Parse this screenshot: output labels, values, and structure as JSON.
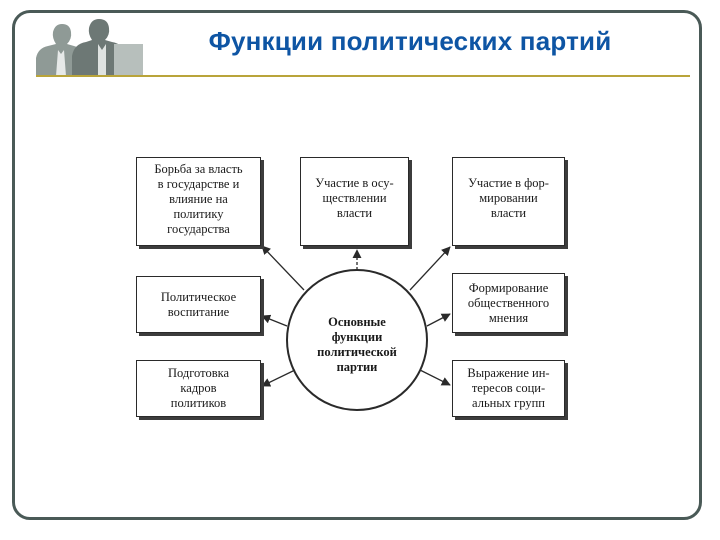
{
  "slide": {
    "title": "Функции политических партий"
  },
  "diagram": {
    "center": "Основные\nфункции\nполитической\nпартии",
    "functions": {
      "struggle": "Борьба за власть\nв государстве и\nвлияние на\nполитику\nгосударства",
      "participation_exercise": "Участие в осу-\nществлении\nвласти",
      "participation_formation": "Участие в фор-\nмировании\nвласти",
      "education": "Политическое\nвоспитание",
      "public_opinion": "Формирование\nобщественного\nмнения",
      "cadre_training": "Подготовка\nкадров\nполитиков",
      "interests": "Выражение ин-\nтересов соци-\nальных групп"
    }
  }
}
